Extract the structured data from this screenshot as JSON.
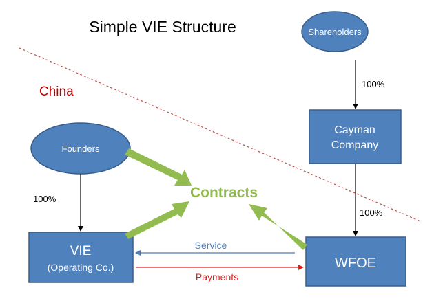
{
  "title": "Simple VIE Structure",
  "region_label": "China",
  "nodes": {
    "shareholders": "Shareholders",
    "cayman_line1": "Cayman",
    "cayman_line2": "Company",
    "founders": "Founders",
    "vie_line1": "VIE",
    "vie_line2": "(Operating Co.)",
    "wfoe": "WFOE"
  },
  "labels": {
    "shareholders_to_cayman": "100%",
    "cayman_to_wfoe": "100%",
    "founders_to_vie": "100%",
    "contracts": "Contracts",
    "service": "Service",
    "payments": "Payments"
  },
  "colors": {
    "node_fill": "#4f81bd",
    "node_stroke": "#385d8a",
    "contracts_green": "#92bc4f",
    "china_red": "#c00000",
    "service_blue": "#4a7ebb",
    "payments_red": "#e31b1b",
    "border_dash": "#c0504d"
  }
}
